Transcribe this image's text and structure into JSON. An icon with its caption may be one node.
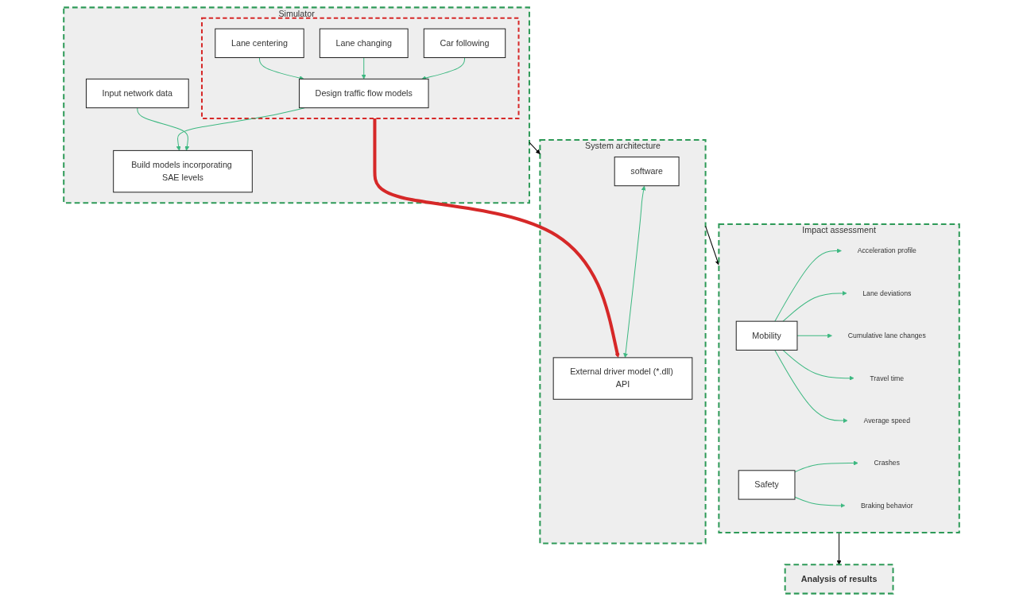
{
  "diagram": {
    "nodes": [
      {
        "text": [
          "Simulator"
        ]
      },
      {
        "text": [
          "Input network data"
        ],
        "in": 0
      },
      {
        "text": [
          "Build models incorporating SAE levels"
        ],
        "in": 0
      },
      {
        "text": [],
        "shape": "box",
        "in": 0
      },
      {
        "text": [
          "Design traffic flow models"
        ],
        "in": 3
      },
      {
        "text": [
          "Car following"
        ],
        "in": 3
      },
      {
        "text": [
          "Lane changing"
        ],
        "in": 3
      },
      {
        "text": [
          "Lane centering"
        ],
        "in": 3
      },
      {
        "text": [
          "System architecture"
        ]
      },
      {
        "text": [
          "software"
        ],
        "in": 8
      },
      {
        "text": [
          "External driver model (*.dll) API"
        ],
        "in": 8
      },
      {
        "text": [
          "Impact assessment"
        ]
      },
      {
        "text": [
          "Mobility"
        ],
        "in": 11
      },
      {
        "text": [
          "Safety"
        ],
        "in": 11
      },
      {
        "text": [
          "Acceleration profile"
        ],
        "in": 11
      },
      {
        "text": [
          "Lane deviations"
        ],
        "in": 11
      },
      {
        "text": [
          "Cumulative lane changes"
        ],
        "in": 11
      },
      {
        "text": [
          "Travel time"
        ],
        "in": 11
      },
      {
        "text": [
          "Average speed"
        ],
        "in": 11
      },
      {
        "text": [
          "Crashes"
        ],
        "in": 11
      },
      {
        "text": [
          "Braking behavior"
        ],
        "in": 11
      },
      {
        "text": [
          "Analysis of results"
        ]
      }
    ],
    "edges": [
      {
        "from": 1,
        "to": 2,
        "arrow": "to"
      },
      {
        "from": 4,
        "to": 2,
        "arrow": "to"
      },
      {
        "from": 5,
        "to": 4,
        "arrow": "to"
      },
      {
        "from": 6,
        "to": 4,
        "arrow": "to"
      },
      {
        "from": 7,
        "to": 4,
        "arrow": "to"
      },
      {
        "from": 0,
        "to": 8,
        "arrow": "to",
        "color": "#000000"
      },
      {
        "from": 3,
        "to": 10,
        "arrow": "to",
        "style": "thick",
        "color": "#d62828"
      },
      {
        "from": 9,
        "to": 10,
        "arrow": "both"
      },
      {
        "from": 8,
        "to": 11,
        "arrow": "to",
        "color": "#000000"
      },
      {
        "from": 12,
        "to": 14,
        "arrow": "to"
      },
      {
        "from": 12,
        "to": 15,
        "arrow": "to"
      },
      {
        "from": 12,
        "to": 16,
        "arrow": "to"
      },
      {
        "from": 12,
        "to": 17,
        "arrow": "to"
      },
      {
        "from": 12,
        "to": 18,
        "arrow": "to"
      },
      {
        "from": 13,
        "to": 19,
        "arrow": "to"
      },
      {
        "from": 13,
        "to": 20,
        "arrow": "to"
      },
      {
        "from": 11,
        "to": 21,
        "arrow": "to",
        "color": "#000000"
      }
    ]
  }
}
